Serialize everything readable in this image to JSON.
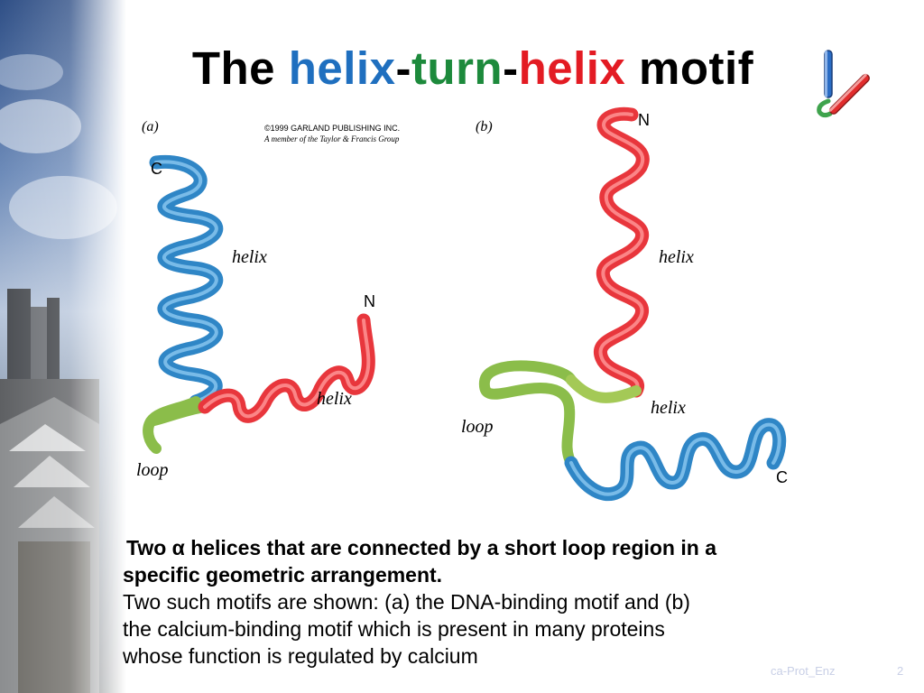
{
  "slide": {
    "title_part1": "The ",
    "title_word_helix1": "helix",
    "title_dash1": "-",
    "title_word_turn": "turn",
    "title_dash2": "-",
    "title_word_helix2": "helix",
    "title_part_end": " motif"
  },
  "figure": {
    "panel_a_label": "(a)",
    "panel_b_label": "(b)",
    "copyright_line1": "©1999 GARLAND PUBLISHING INC.",
    "copyright_line2": "A member of the Taylor & Francis Group",
    "panel_a": {
      "c_label": "C",
      "n_label": "N",
      "helix_upper_label": "helix",
      "helix_lower_label": "helix",
      "loop_label": "loop"
    },
    "panel_b": {
      "n_label": "N",
      "c_label": "C",
      "helix_upper_label": "helix",
      "helix_lower_label": "helix",
      "loop_label": "loop"
    },
    "colors": {
      "blue_helix": "#2f86c6",
      "red_helix": "#e8363c",
      "green_loop": "#8bbd4a"
    }
  },
  "caption": {
    "bold_prefix": "Two ",
    "alpha": "α",
    "bold_rest_line1": " helices that are connected by a short loop region in a",
    "bold_line2": "specific geometric arrangement.",
    "line3": "Two such motifs are shown: (a) the DNA-binding motif and (b)",
    "line4": "the calcium-binding motif which is present in many proteins",
    "line5": "whose function is regulated by calcium"
  },
  "footer": {
    "label": "ca-Prot_Enz",
    "page": "2"
  }
}
